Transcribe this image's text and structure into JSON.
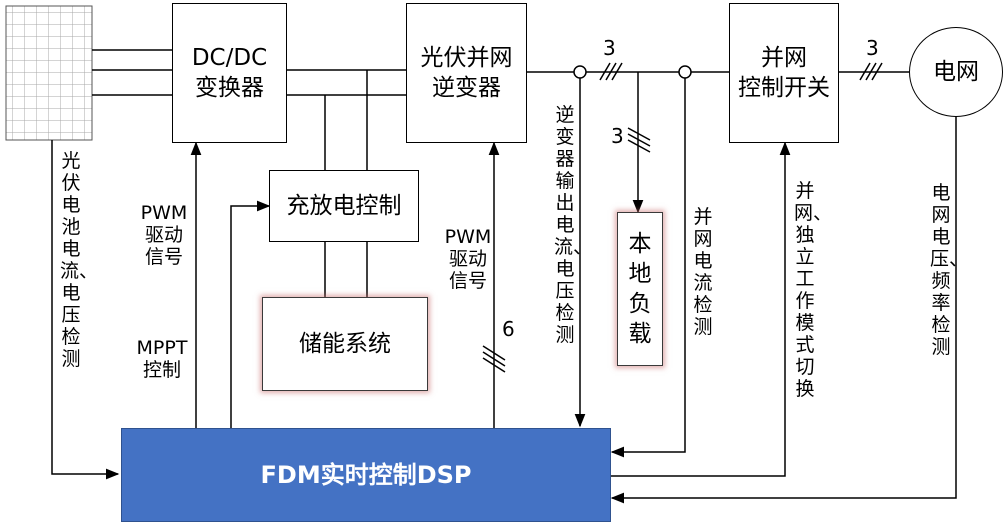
{
  "boxes": {
    "dcdc": "DC/DC\n变换器",
    "inverter": "光伏并网\n逆变器",
    "switch": "并网\n控制开关",
    "grid": "电网",
    "charge": "充放电控制",
    "storage": "储能系统",
    "load": "本\n地\n负\n载",
    "dsp": "FDM实时控制DSP"
  },
  "labels": {
    "pv_detect": "光伏电池电流、电压检测",
    "pwm1": "PWM\n驱动\n信号",
    "mppt": "MPPT\n控制",
    "pwm2": "PWM\n驱动\n信号",
    "inv_detect": "逆变器输出电流、电压检测",
    "grid_current": "并网电流检测",
    "mode_switch": "并网、独立工作模式切换",
    "grid_detect": "电网电压、频率检测"
  },
  "numbers": {
    "phase_inv": "3",
    "phase_load": "3",
    "phase_grid": "3",
    "pwm_lines": "6"
  }
}
